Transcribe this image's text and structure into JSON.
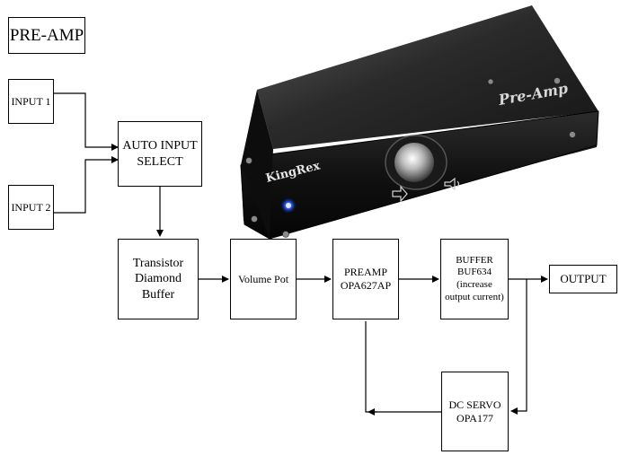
{
  "diagram": {
    "title": "PRE-AMP",
    "blocks": {
      "input1": "INPUT 1",
      "input2": "INPUT 2",
      "auto_select": "AUTO INPUT\nSELECT",
      "buffer_diamond": "Transistor\nDiamond\nBuffer",
      "volume_pot": "Volume Pot",
      "preamp": "PREAMP\nOPA627AP",
      "buffer_out": "BUFFER\nBUF634\n(increase\noutput current)",
      "output": "OUTPUT",
      "dc_servo": "DC SERVO\nOPA177"
    },
    "photo": {
      "brand_text": "KingRex",
      "model_text": "Pre-Amp"
    }
  }
}
